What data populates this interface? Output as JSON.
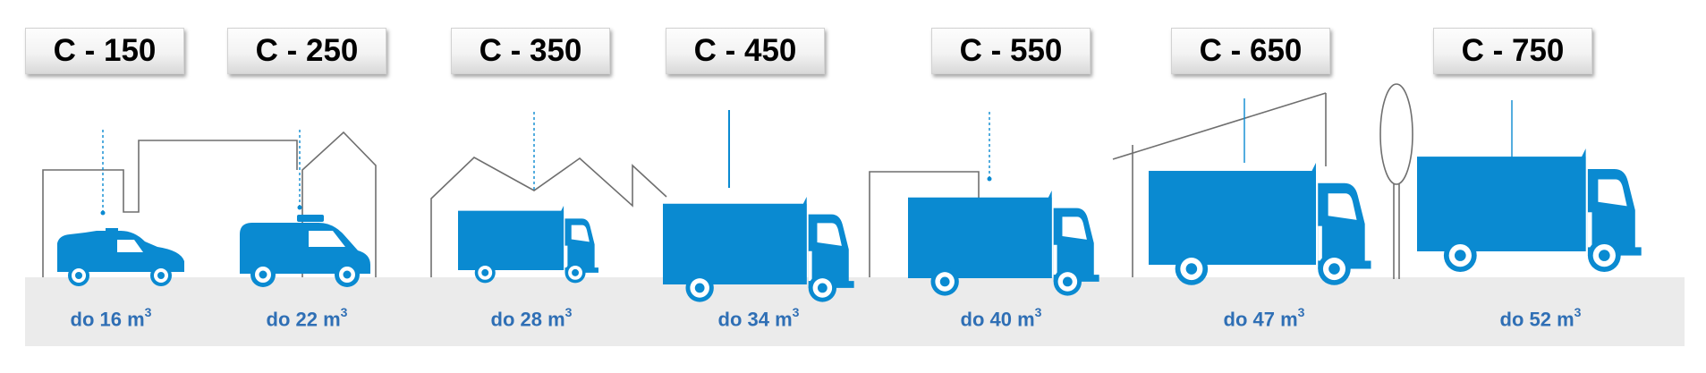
{
  "models": [
    {
      "label": "C - 150",
      "capacity": "do 16 m",
      "unit_exp": "3",
      "vehicle": "car-icon"
    },
    {
      "label": "C - 250",
      "capacity": "do 22 m",
      "unit_exp": "3",
      "vehicle": "van-icon"
    },
    {
      "label": "C - 350",
      "capacity": "do 28 m",
      "unit_exp": "3",
      "vehicle": "truck-icon"
    },
    {
      "label": "C - 450",
      "capacity": "do 34 m",
      "unit_exp": "3",
      "vehicle": "truck-icon"
    },
    {
      "label": "C - 550",
      "capacity": "do 40 m",
      "unit_exp": "3",
      "vehicle": "truck-icon"
    },
    {
      "label": "C - 650",
      "capacity": "do 47 m",
      "unit_exp": "3",
      "vehicle": "truck-icon"
    },
    {
      "label": "C - 750",
      "capacity": "do 52 m",
      "unit_exp": "3",
      "vehicle": "truck-icon"
    }
  ],
  "colors": {
    "vehicle": "#0a8ad1",
    "capacity_text": "#2f6fb5",
    "ground": "#ebebeb",
    "outline": "#6f6f6f"
  }
}
